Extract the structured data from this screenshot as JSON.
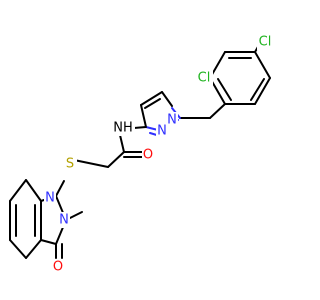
{
  "molecule": {
    "atom_labels": {
      "cl_top": "Cl",
      "cl_ortho": "Cl",
      "n_pyrazole_1": "N",
      "n_pyrazole_2": "N",
      "nh": "NH",
      "o_amide": "O",
      "s": "S",
      "n_quin_1": "N",
      "n_quin_3": "N",
      "o_quin": "O"
    },
    "colors": {
      "carbon": "#000000",
      "nitrogen": "#3030ff",
      "oxygen": "#ff0d0d",
      "sulfur": "#b3a100",
      "chlorine": "#1fb31f",
      "background": "#ffffff"
    }
  }
}
